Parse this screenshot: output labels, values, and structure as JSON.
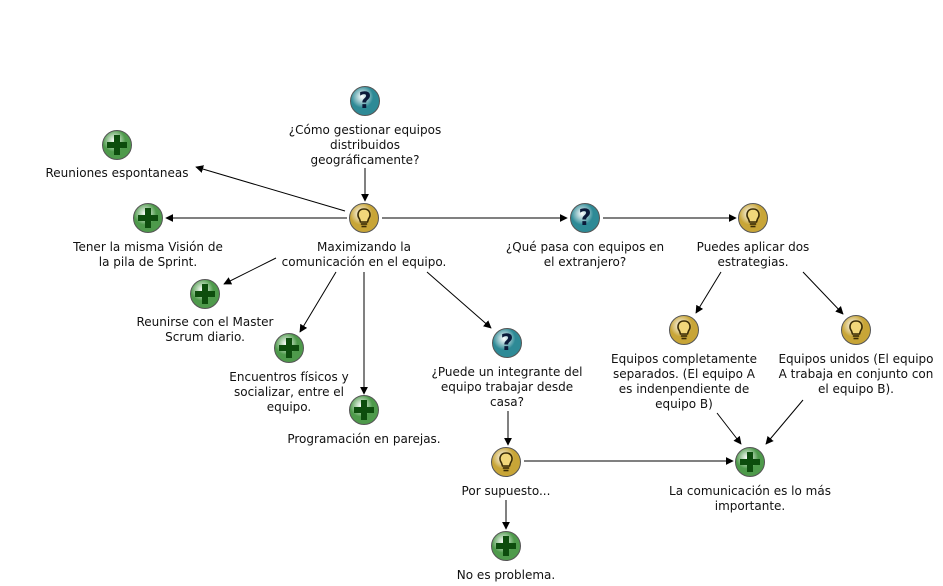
{
  "map": {
    "nodes": [
      {
        "id": "q_gestionar",
        "type": "question",
        "label": "¿Cómo gestionar equipos\ndistribuidos\ngeográficamente?"
      },
      {
        "id": "pro_reuniones",
        "type": "pro",
        "label": "Reuniones espontaneas"
      },
      {
        "id": "pro_vision",
        "type": "pro",
        "label": "Tener la misma Visión de\nla pila de Sprint."
      },
      {
        "id": "idea_maximizando",
        "type": "idea",
        "label": "Maximizando la\ncomunicación en el equipo."
      },
      {
        "id": "q_extranjero",
        "type": "question",
        "label": "¿Qué pasa con equipos en\nel extranjero?"
      },
      {
        "id": "idea_estrategias",
        "type": "idea",
        "label": "Puedes aplicar dos\nestrategias."
      },
      {
        "id": "pro_master",
        "type": "pro",
        "label": "Reunirse con el Master\nScrum diario."
      },
      {
        "id": "pro_encuentros",
        "type": "pro",
        "label": "Encuentros físicos y\nsocializar, entre el\nequipo."
      },
      {
        "id": "q_casa",
        "type": "question",
        "label": "¿Puede un integrante del\nequipo trabajar desde\ncasa?"
      },
      {
        "id": "idea_separados",
        "type": "idea",
        "label": "Equipos completamente\nseparados. (El equipo A\nes indenpendiente de\nequipo B)"
      },
      {
        "id": "idea_unidos",
        "type": "idea",
        "label": "Equipos unidos (El equipo\nA trabaja en conjunto con\nel equipo B)."
      },
      {
        "id": "pro_parejas",
        "type": "pro",
        "label": "Programación en parejas."
      },
      {
        "id": "idea_supuesto",
        "type": "idea",
        "label": "Por supuesto..."
      },
      {
        "id": "pro_comunicacion",
        "type": "pro",
        "label": "La comunicación es lo más\nimportante."
      },
      {
        "id": "pro_no_problema",
        "type": "pro",
        "label": "No es problema."
      }
    ],
    "edges": [
      {
        "from": "q_gestionar",
        "to": "idea_maximizando"
      },
      {
        "from": "idea_maximizando",
        "to": "pro_reuniones"
      },
      {
        "from": "idea_maximizando",
        "to": "pro_vision"
      },
      {
        "from": "idea_maximizando",
        "to": "q_extranjero"
      },
      {
        "from": "q_extranjero",
        "to": "idea_estrategias"
      },
      {
        "from": "idea_maximizando",
        "to": "pro_master"
      },
      {
        "from": "idea_maximizando",
        "to": "pro_encuentros"
      },
      {
        "from": "idea_maximizando",
        "to": "pro_parejas"
      },
      {
        "from": "idea_maximizando",
        "to": "q_casa"
      },
      {
        "from": "idea_estrategias",
        "to": "idea_separados"
      },
      {
        "from": "idea_estrategias",
        "to": "idea_unidos"
      },
      {
        "from": "idea_separados",
        "to": "pro_comunicacion"
      },
      {
        "from": "idea_unidos",
        "to": "pro_comunicacion"
      },
      {
        "from": "q_casa",
        "to": "idea_supuesto"
      },
      {
        "from": "idea_supuesto",
        "to": "pro_comunicacion"
      },
      {
        "from": "idea_supuesto",
        "to": "pro_no_problema"
      }
    ],
    "icon_names": {
      "question": "question-mark-icon",
      "idea": "lightbulb-icon",
      "pro": "plus-icon"
    },
    "colors": {
      "question": "#2e8a96",
      "idea": "#c8a537",
      "pro": "#4e9a4b",
      "plus": "#0d4d0d",
      "edge": "#000000"
    }
  }
}
